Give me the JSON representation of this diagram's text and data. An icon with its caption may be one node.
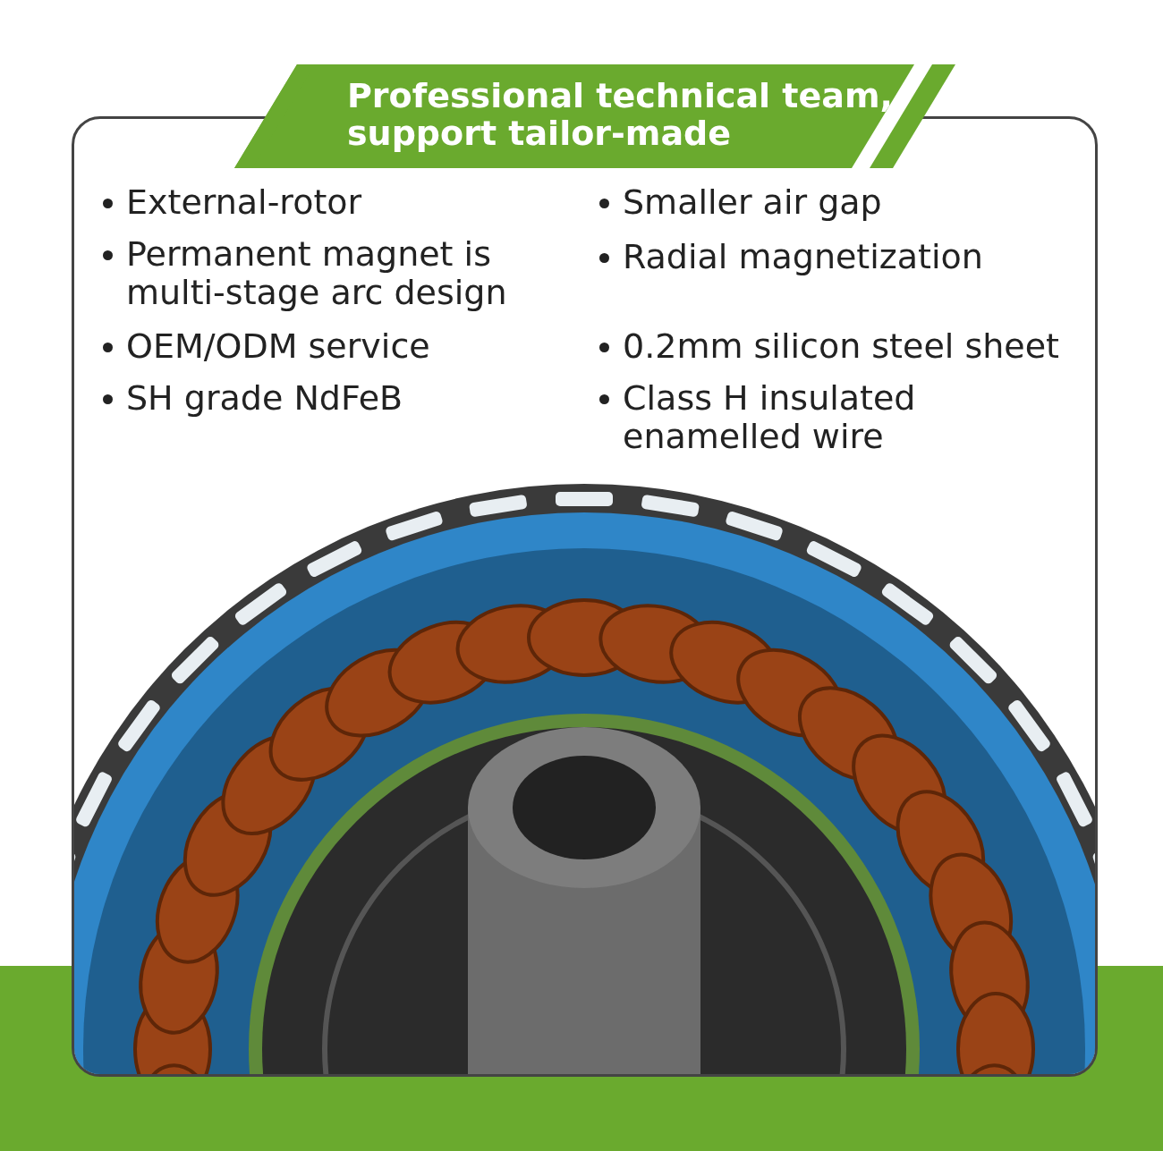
{
  "diagram": {
    "title": "Professional technical team, support tailor-made",
    "labels": [
      "External-rotor",
      "Smaller air gap",
      "Permanent magnet is multi-stage arc design",
      "Radial magnetization",
      "OEM/ODM service",
      "0.2mm silicon steel sheet",
      "SH grade NdFeB",
      "Class H insulated enamelled wire"
    ]
  }
}
